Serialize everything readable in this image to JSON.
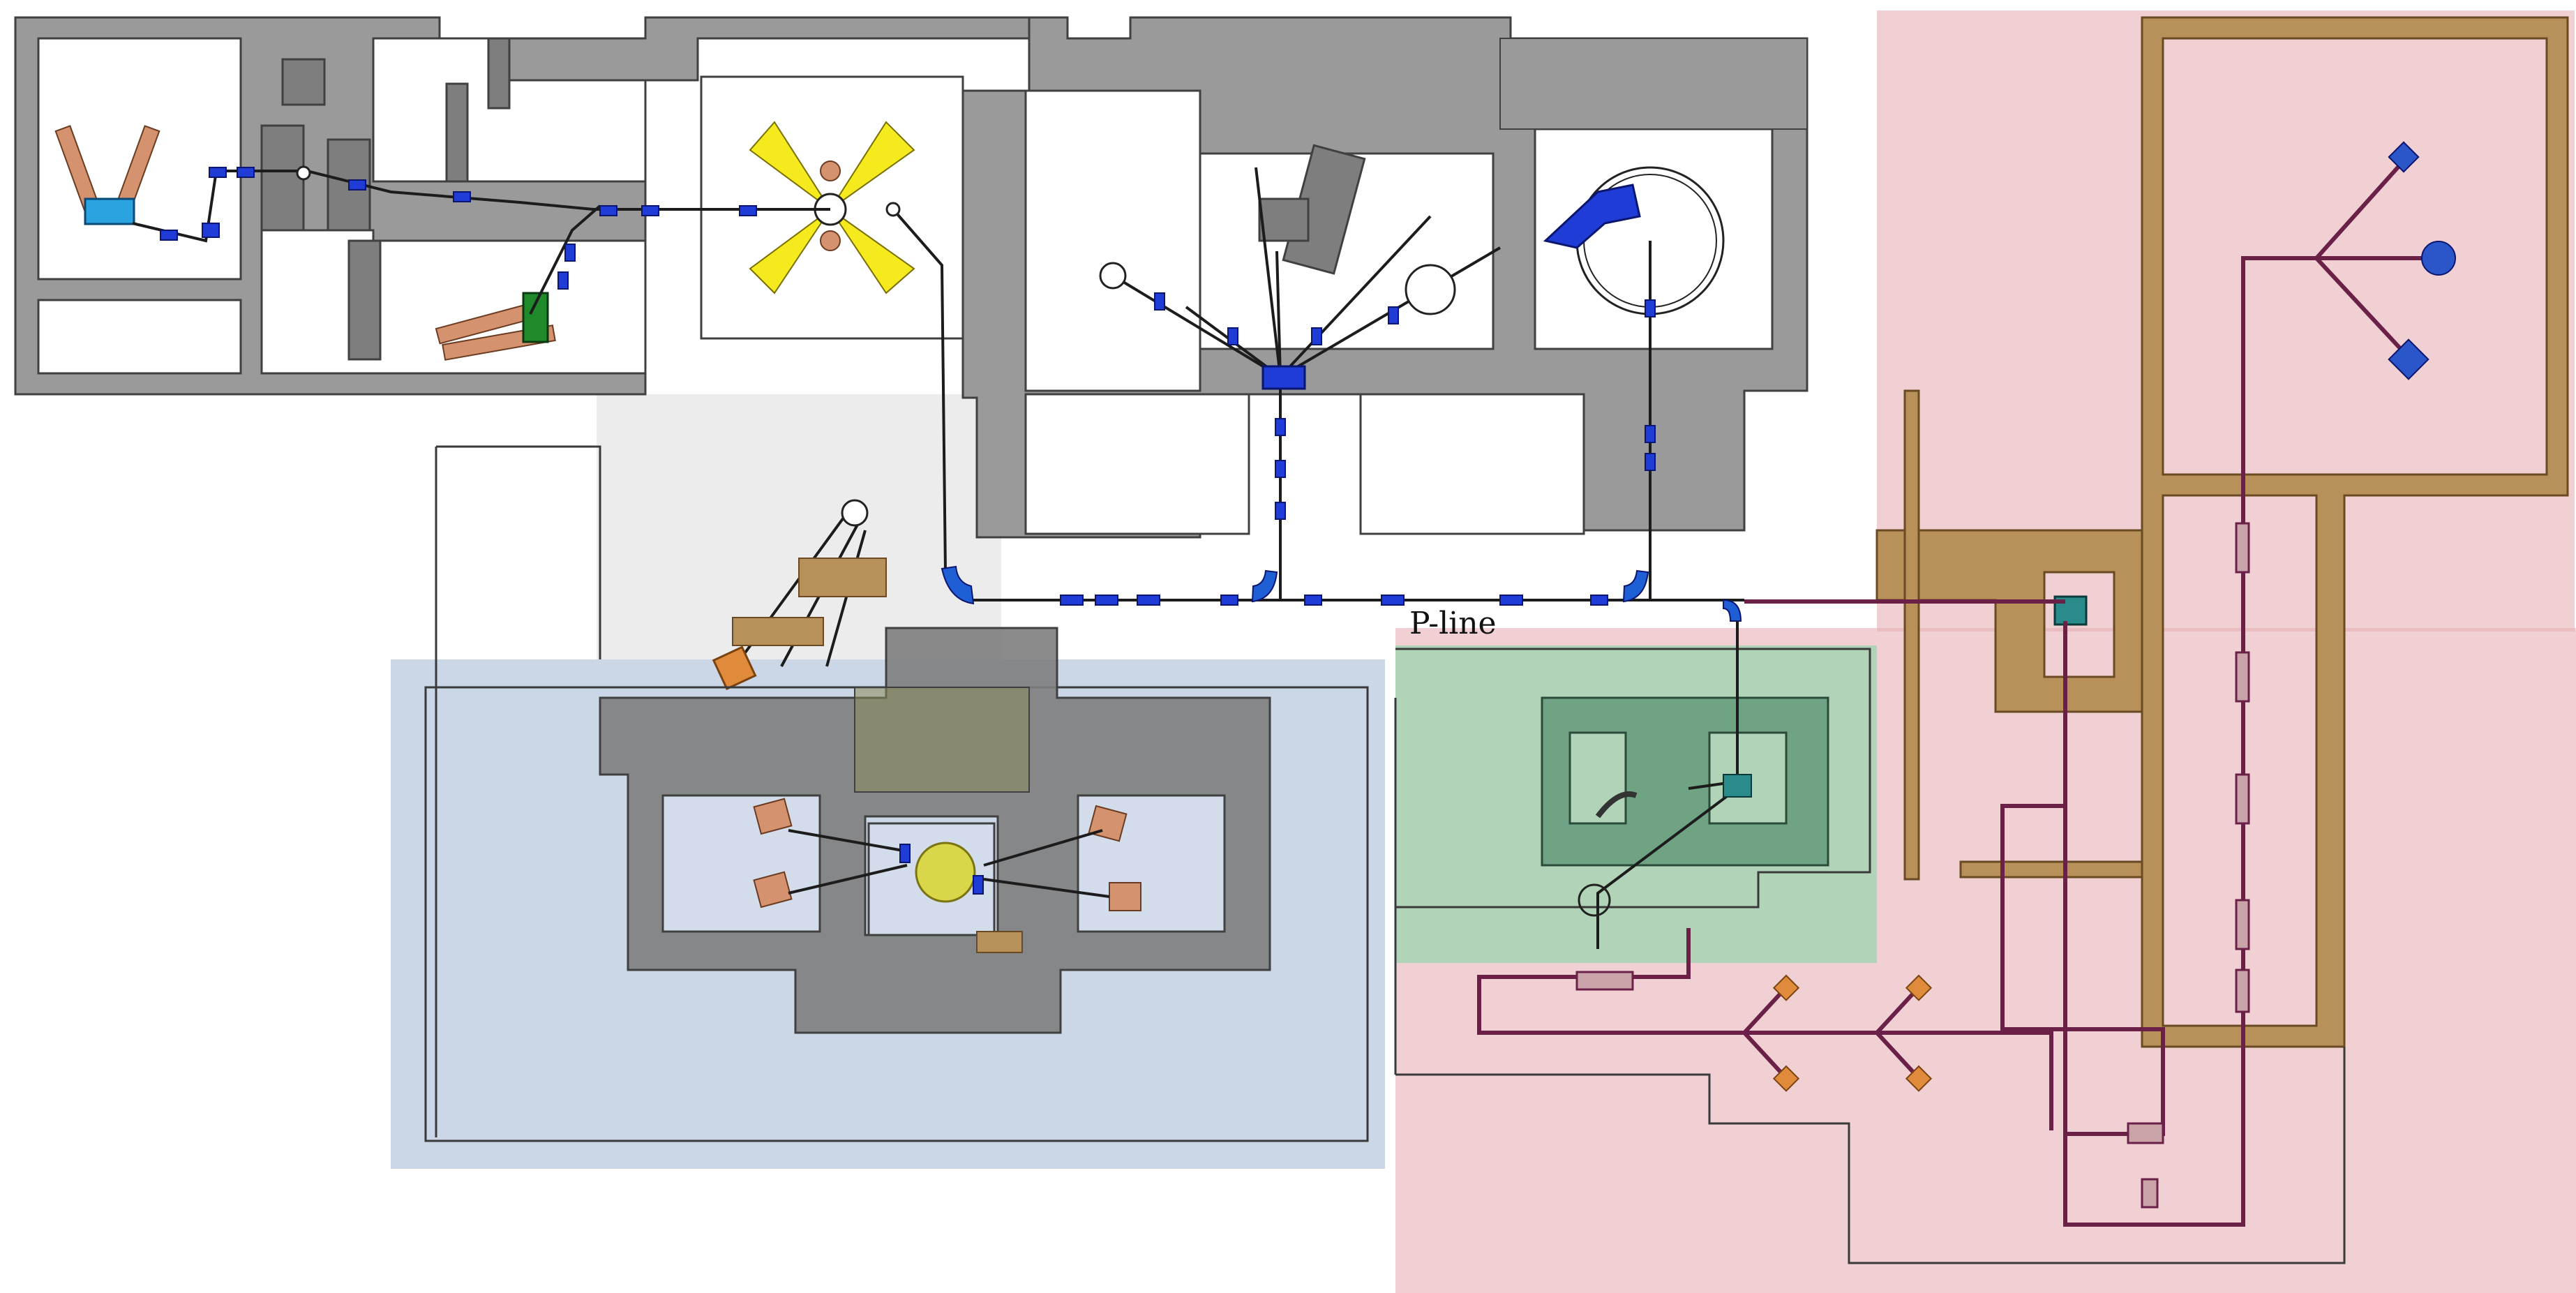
{
  "diagram": {
    "labels": {
      "pline": "P-line"
    },
    "zones": [
      {
        "name": "blue-zone",
        "color": "#a9bcd6"
      },
      {
        "name": "green-zone",
        "color": "#8fd6a9"
      },
      {
        "name": "pink-zone",
        "color": "#e6b1b5"
      }
    ],
    "colors": {
      "wall": "#9a9a9a",
      "magnet": "#1f3dd6",
      "tan_wall": "#b89059",
      "purple_beamline": "#6b2048",
      "target_yellow": "#f5ea1e",
      "detector_green": "#1f8a2a",
      "cyan_block": "#2aa3e0",
      "teal_block": "#2b8a8a"
    }
  }
}
